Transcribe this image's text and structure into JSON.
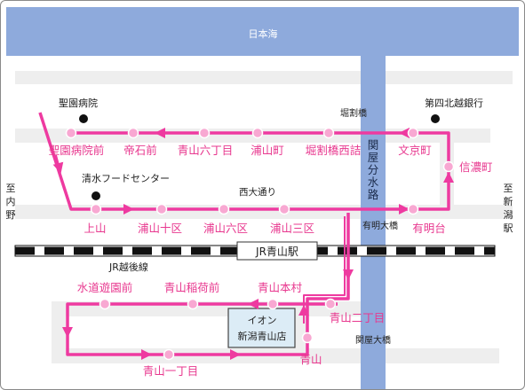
{
  "colors": {
    "sea": "#8eaadc",
    "river": "#8eaadc",
    "road": "#eeeeee",
    "route": "#ee3aa0",
    "stop_fill": "#f8a8d2",
    "stop_label": "#e8388f",
    "text": "#222222",
    "landmark": "#111111",
    "aeon_bg": "#dcecf6"
  },
  "labels": {
    "sea": "日本海",
    "river": "関屋分水路",
    "rail": "JR越後線",
    "station": "JR青山駅",
    "road_nishi": "西大通り",
    "to_uchino": "至内野",
    "to_niigata": "至新潟駅",
    "bridge_horiwari": "堀割橋",
    "bridge_ariake": "有明大橋",
    "bridge_sekiya": "関屋大橋",
    "aeon_line1": "イオン",
    "aeon_line2": "新潟青山店"
  },
  "landmarks": [
    "聖園病院",
    "第四北越銀行",
    "清水フードセンター"
  ],
  "stops": [
    "聖園病院前",
    "帝石前",
    "青山六丁目",
    "浦山町",
    "堀割橋西詰",
    "文京町",
    "信濃町",
    "有明台",
    "浦山三区",
    "浦山六区",
    "浦山十区",
    "上山",
    "水道遊園前",
    "青山稲荷前",
    "青山本村",
    "青山二丁目",
    "青山",
    "青山一丁目"
  ]
}
